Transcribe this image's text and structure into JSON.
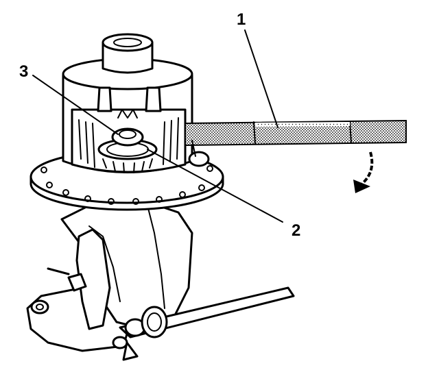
{
  "callouts": [
    {
      "id": "1",
      "label": "1"
    },
    {
      "id": "2",
      "label": "2"
    },
    {
      "id": "3",
      "label": "3"
    }
  ],
  "colors": {
    "ink": "#000000",
    "paper": "#ffffff",
    "shading": "#808080"
  }
}
